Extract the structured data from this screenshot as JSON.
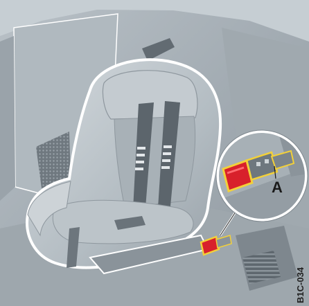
{
  "figure": {
    "callout_label": "A",
    "figure_code": "B1C-034"
  },
  "colors": {
    "interior_dark": "#8c959c",
    "interior_mid": "#a9b2b8",
    "interior_light": "#c9d0d5",
    "seat_fill": "#b7bfc5",
    "seat_shadow": "#8e979e",
    "outline_white": "#ffffff",
    "highlight_yellow": "#f2d03a",
    "anchor_red": "#d8202b"
  },
  "icons": [
    "child-seat-illustration",
    "isofix-anchor-icon",
    "magnifier-callout"
  ]
}
